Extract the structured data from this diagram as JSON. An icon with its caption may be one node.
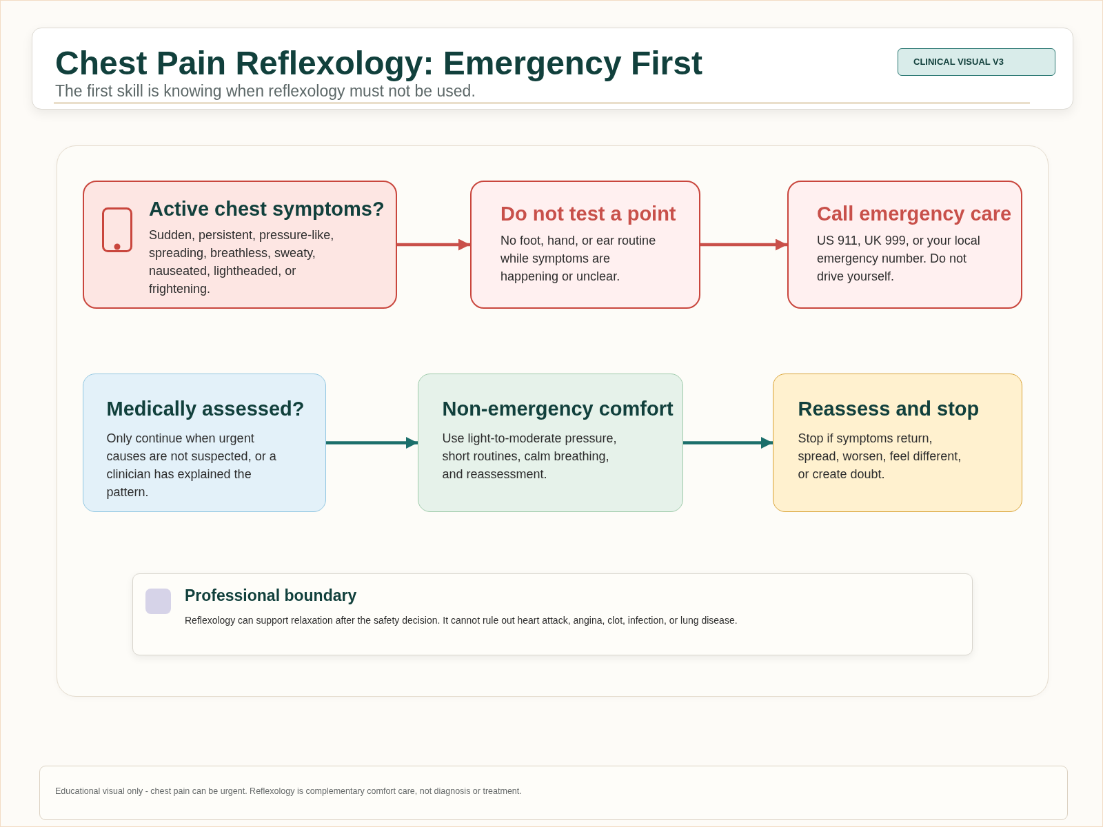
{
  "diagram": {
    "title": "Chest Pain Reflexology: Emergency First",
    "nodes": [
      {
        "text": [
          "Active chest symptoms?",
          "Sudden, persistent, pressure-like, spreading, breathless, sweaty, nauseated, lightheaded, or frightening."
        ]
      },
      {
        "text": [
          "Do not test a point",
          "No foot, hand, or ear routine while symptoms are happening or unclear."
        ]
      },
      {
        "text": [
          "Call emergency care",
          "US 911, UK 999, or your local emergency number. Do not drive yourself."
        ]
      },
      {
        "text": [
          "Medically assessed?",
          "Only continue when urgent causes are not suspected, or a clinician has explained the pattern."
        ]
      },
      {
        "text": [
          "Non-emergency comfort",
          "Use light-to-moderate pressure, short routines, calm breathing, and reassessment."
        ]
      },
      {
        "text": [
          "Reassess and stop",
          "Stop if symptoms return, spread, worsen, feel different, or create doubt."
        ]
      },
      {
        "text": [
          "Professional boundary",
          "Reflexology can support relaxation after the safety decision. It cannot rule out heart attack, angina, clot, infection, or lung disease."
        ]
      }
    ],
    "edges": [
      {
        "from": 0,
        "to": 1,
        "arrow": "to",
        "color": "#c9504a"
      },
      {
        "from": 1,
        "to": 2,
        "arrow": "to",
        "color": "#c9504a"
      },
      {
        "from": 3,
        "to": 4,
        "arrow": "to",
        "color": "#1b6f6b"
      },
      {
        "from": 4,
        "to": 5,
        "arrow": "to",
        "color": "#1b6f6b"
      }
    ],
    "labels": [
      "CLINICAL VISUAL V3",
      "The first skill is knowing when reflexology must not be used.",
      "Educational visual only - chest pain can be urgent. Reflexology is complementary comfort care, not diagnosis or treatment."
    ]
  }
}
